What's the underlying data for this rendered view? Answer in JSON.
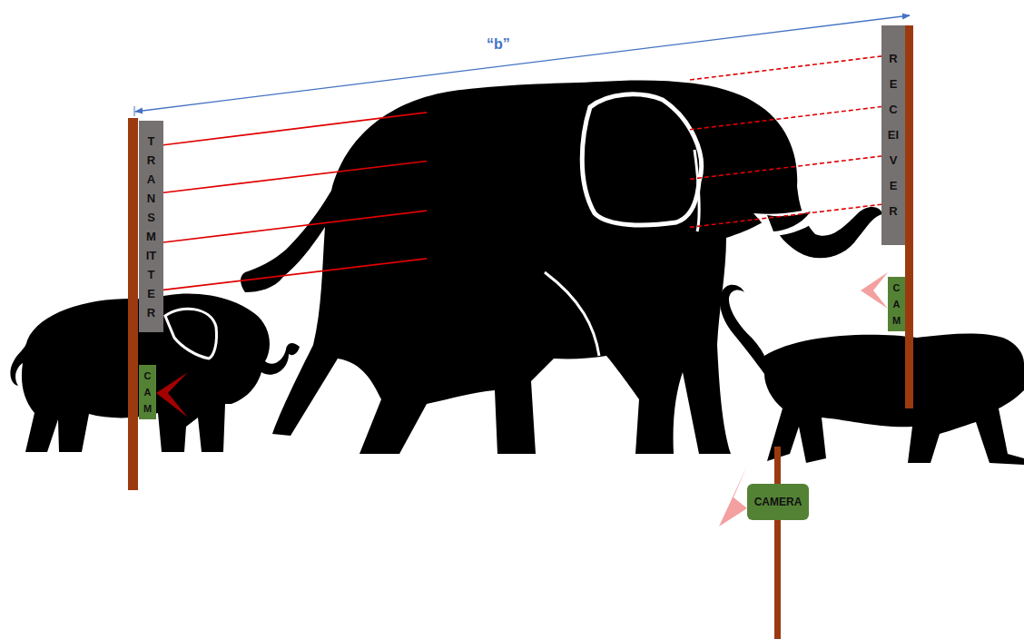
{
  "diagram": {
    "nodes": [
      {
        "text": [
          "TRANSMITTER"
        ]
      },
      {
        "text": [
          "RECEIVER"
        ]
      },
      {
        "text": [
          "CAM"
        ]
      },
      {
        "text": [
          "CAM"
        ]
      },
      {
        "text": [
          "CAMERA"
        ]
      }
    ],
    "edges": [
      {
        "from": 0,
        "to": 1,
        "arrow": "none"
      },
      {
        "from": 0,
        "to": 1,
        "arrow": "none"
      },
      {
        "from": 0,
        "to": 1,
        "arrow": "none"
      },
      {
        "from": 0,
        "to": 1,
        "arrow": "none"
      }
    ],
    "labels": [
      "“b”"
    ]
  }
}
